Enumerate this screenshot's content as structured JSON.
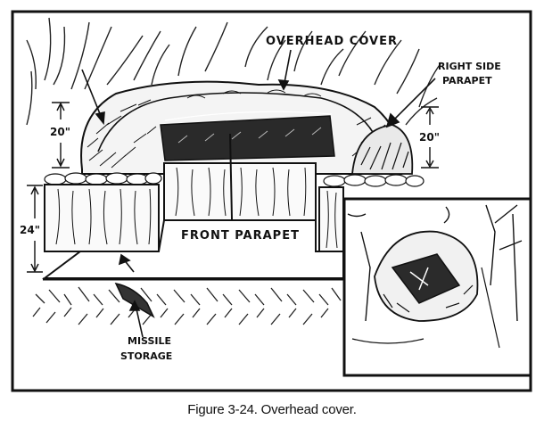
{
  "figure": {
    "labels": {
      "overhead_cover": "OVERHEAD COVER",
      "right_side_parapet_line1": "RIGHT SIDE",
      "right_side_parapet_line2": "PARAPET",
      "front_parapet": "FRONT PARAPET",
      "missile_storage_line1": "MISSILE",
      "missile_storage_line2": "STORAGE"
    },
    "dimensions": {
      "left_top": "20\"",
      "right_top": "20\"",
      "left_side": "24\""
    },
    "caption": "Figure 3-24.  Overhead cover."
  }
}
